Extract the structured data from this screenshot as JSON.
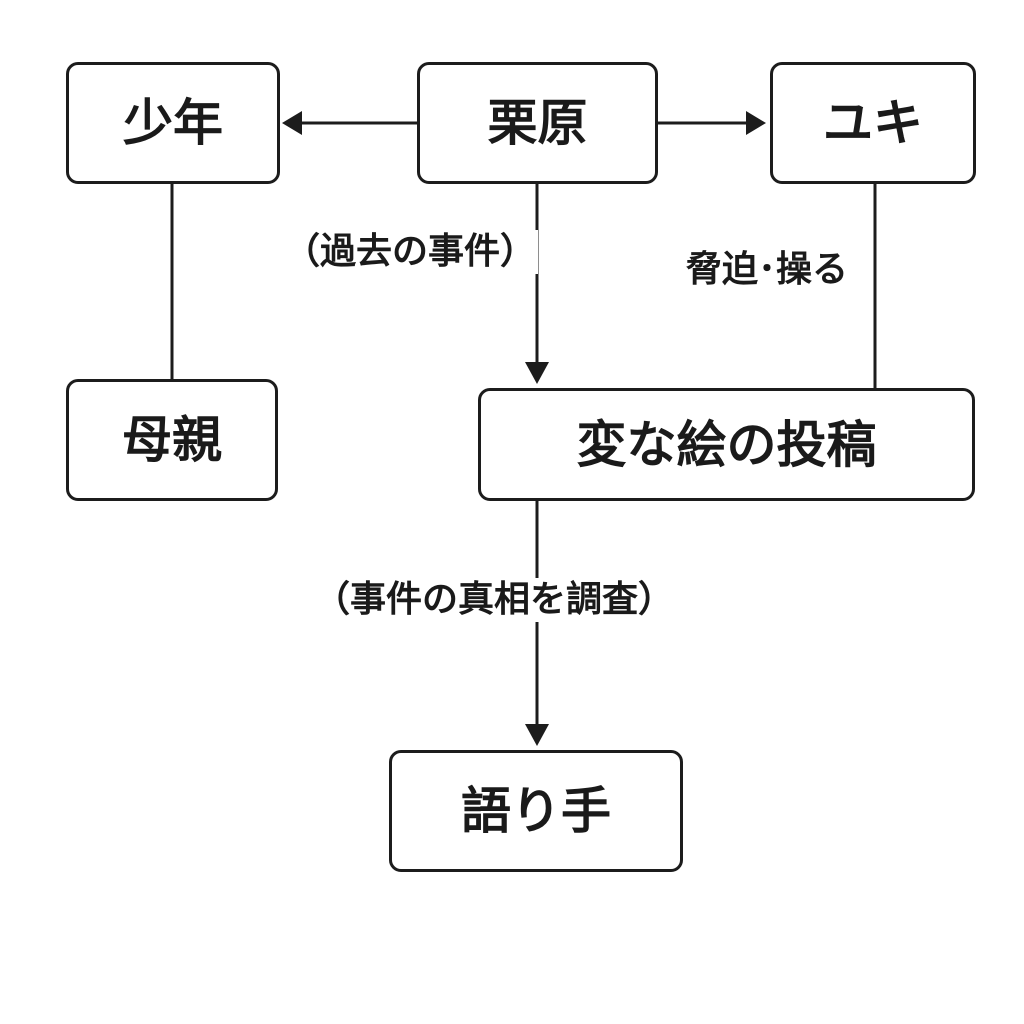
{
  "nodes": {
    "shonen": "少年",
    "kurihara": "栗原",
    "yuki": "ユキ",
    "hahaoya": "母親",
    "post": "変な絵の投稿",
    "narrator": "語り手"
  },
  "edges": {
    "past_incident": "（過去の事件）",
    "threaten_manipulate": "脅迫･操る",
    "investigate_truth": "（事件の真相を調査）"
  },
  "colors": {
    "line": "#1c1c1c",
    "text": "#1a1a1a",
    "background": "#ffffff"
  }
}
